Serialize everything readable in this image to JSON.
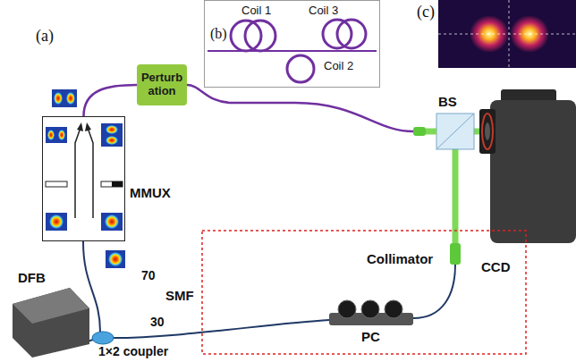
{
  "diagram": {
    "nodes": [
      {
        "text": [
          "Perturbation"
        ]
      },
      {
        "text": [
          "(b)"
        ]
      },
      {
        "text": [
          "BS"
        ]
      },
      {
        "text": [
          "MMUX"
        ]
      }
    ],
    "edges": [
      {
        "from": 3,
        "to": 0,
        "arrow": "none"
      },
      {
        "from": 0,
        "to": 2,
        "arrow": "none"
      }
    ],
    "labels": [
      "(a)",
      "Coil 1",
      "Coil 3",
      "Coil 2",
      "(c)",
      "CCD",
      "Collimator",
      "DFB",
      "70",
      "30",
      "SMF",
      "1×2 coupler",
      "PC"
    ]
  }
}
